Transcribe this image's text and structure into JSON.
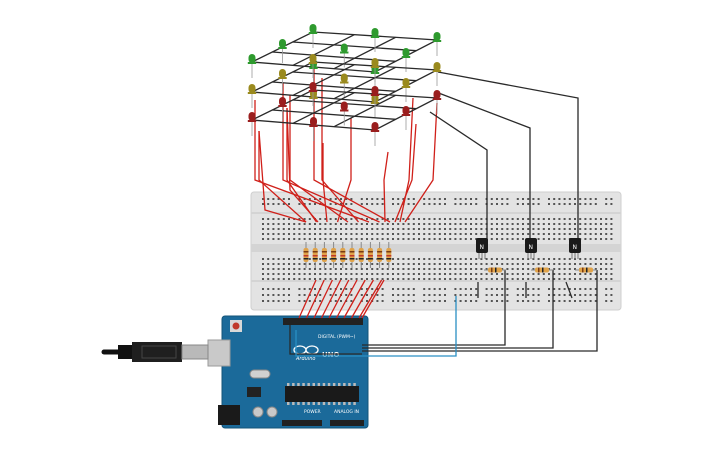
{
  "arduino": {
    "digital_label": "DIGITAL (PWM~)",
    "brand_label": "Arduino",
    "model_label": "UNO",
    "power_label": "POWER",
    "analog_label": "ANALOG IN"
  },
  "transistors": [
    {
      "label": "N"
    },
    {
      "label": "N"
    },
    {
      "label": "N"
    }
  ],
  "cube": {
    "layers": 3,
    "grid": "3x3",
    "layer_colors": [
      "#2e9a2e",
      "#9a8a1e",
      "#9a1e1e"
    ]
  },
  "wire_colors": {
    "red": "#d0201a",
    "black": "#2a2a2a",
    "blue": "#2a8fc4"
  }
}
